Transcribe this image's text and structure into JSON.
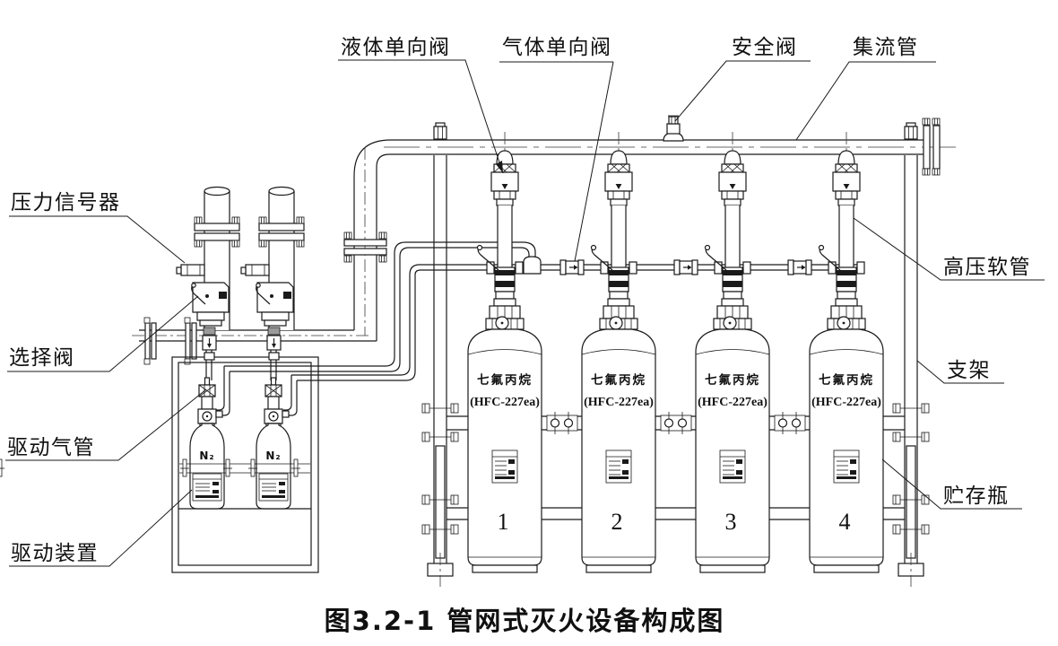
{
  "figure": {
    "caption": "图3.2-1 管网式灭火设备构成图"
  },
  "callouts": {
    "liquid_check_valve": "液体单向阀",
    "gas_check_valve": "气体单向阀",
    "safety_valve": "安全阀",
    "manifold": "集流管",
    "pressure_signal": "压力信号器",
    "selector_valve": "选择阀",
    "drive_gas_pipe": "驱动气管",
    "drive_device": "驱动装置",
    "high_pressure_hose": "高压软管",
    "bracket": "支架",
    "storage_bottle": "贮存瓶"
  },
  "cylinders": [
    {
      "agent": "七氟丙烷",
      "model": "(HFC-227ea)",
      "number": "1"
    },
    {
      "agent": "七氟丙烷",
      "model": "(HFC-227ea)",
      "number": "2"
    },
    {
      "agent": "七氟丙烷",
      "model": "(HFC-227ea)",
      "number": "3"
    },
    {
      "agent": "七氟丙烷",
      "model": "(HFC-227ea)",
      "number": "4"
    }
  ],
  "drive_bottles": [
    {
      "label": "N₂"
    },
    {
      "label": "N₂"
    }
  ],
  "colors": {
    "line": "#1a1a1a",
    "background": "#ffffff"
  }
}
